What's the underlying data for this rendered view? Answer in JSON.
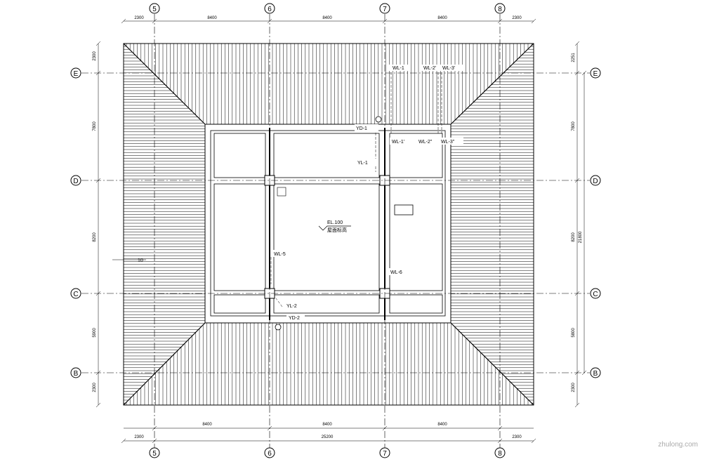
{
  "axes": {
    "vertical": [
      "5",
      "6",
      "7",
      "8"
    ],
    "horizontal": [
      "E",
      "D",
      "C",
      "B"
    ]
  },
  "dims": {
    "top": [
      "2300",
      "8400",
      "8400",
      "8400",
      "2300"
    ],
    "bottom_row1": [
      "8400",
      "8400",
      "8400"
    ],
    "bottom_row2": [
      "2300",
      "25200",
      "2300"
    ],
    "left": [
      "2300",
      "7800",
      "8200",
      "5900",
      "2300"
    ],
    "right": [
      "2251",
      "7800",
      "8200",
      "5800",
      "2300"
    ],
    "right_total": "21800"
  },
  "labels": {
    "wl1": "WL-1",
    "wl2p": "WL-2'",
    "wl3p": "WL-3'",
    "yd1": "YD-1",
    "wl1pp": "WL-1'",
    "wl2pp": "WL-2''",
    "wl3pp": "WL-3''",
    "yl1": "YL-1",
    "wl5": "WL-5",
    "wl6": "WL-6",
    "yl2": "YL-2",
    "yd2": "YD-2",
    "elev": "EL.100",
    "elev_note": "屋面标高",
    "side_mark": "10"
  },
  "watermark": "zhulong.com"
}
